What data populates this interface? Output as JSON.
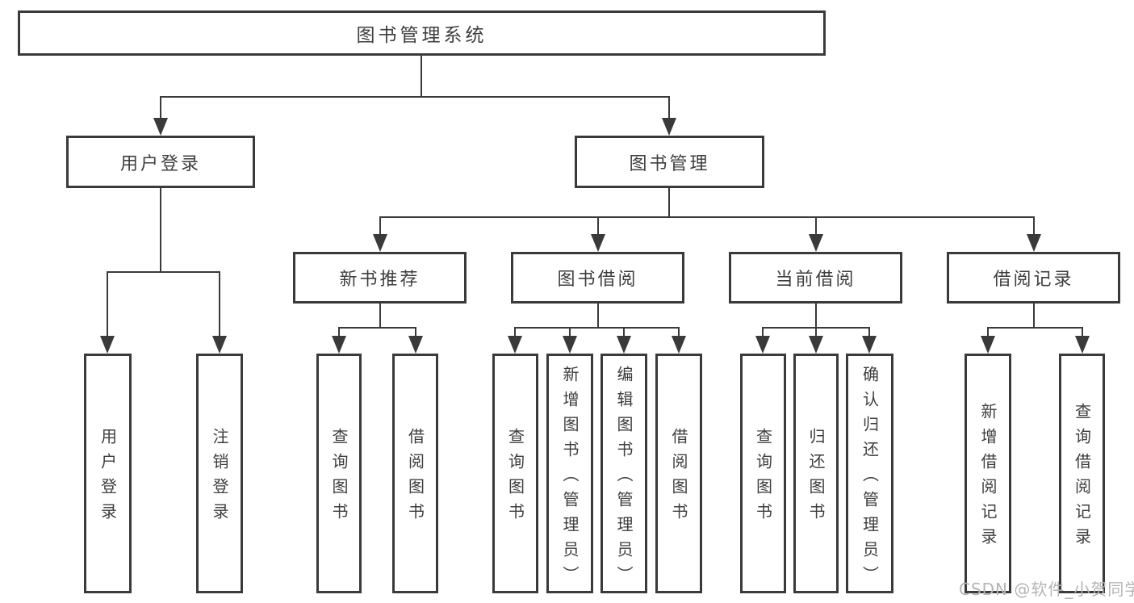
{
  "colors": {
    "line": "#3a3a3a",
    "text": "#3e3e3e",
    "watermark": "#b4b4b4"
  },
  "diagram": {
    "title": "图书管理系统",
    "level2": {
      "user_login": "用户登录",
      "book_mgmt": "图书管理"
    },
    "level3": {
      "new_book": "新书推荐",
      "book_borrow": "图书借阅",
      "current_borrow": "当前借阅",
      "borrow_record": "借阅记录"
    },
    "leaves": {
      "user_login": [
        "用户登录",
        "注销登录"
      ],
      "new_book": [
        "查询图书",
        "借阅图书"
      ],
      "book_borrow": [
        "查询图书",
        "新增图书（管理员）",
        "编辑图书（管理员）",
        "借阅图书"
      ],
      "current_borrow": [
        "查询图书",
        "归还图书",
        "确认归还（管理员）"
      ],
      "borrow_record": [
        "新增借阅记录",
        "查询借阅记录"
      ]
    }
  },
  "watermark": {
    "text": "CSDN @软件_小贺同学"
  }
}
